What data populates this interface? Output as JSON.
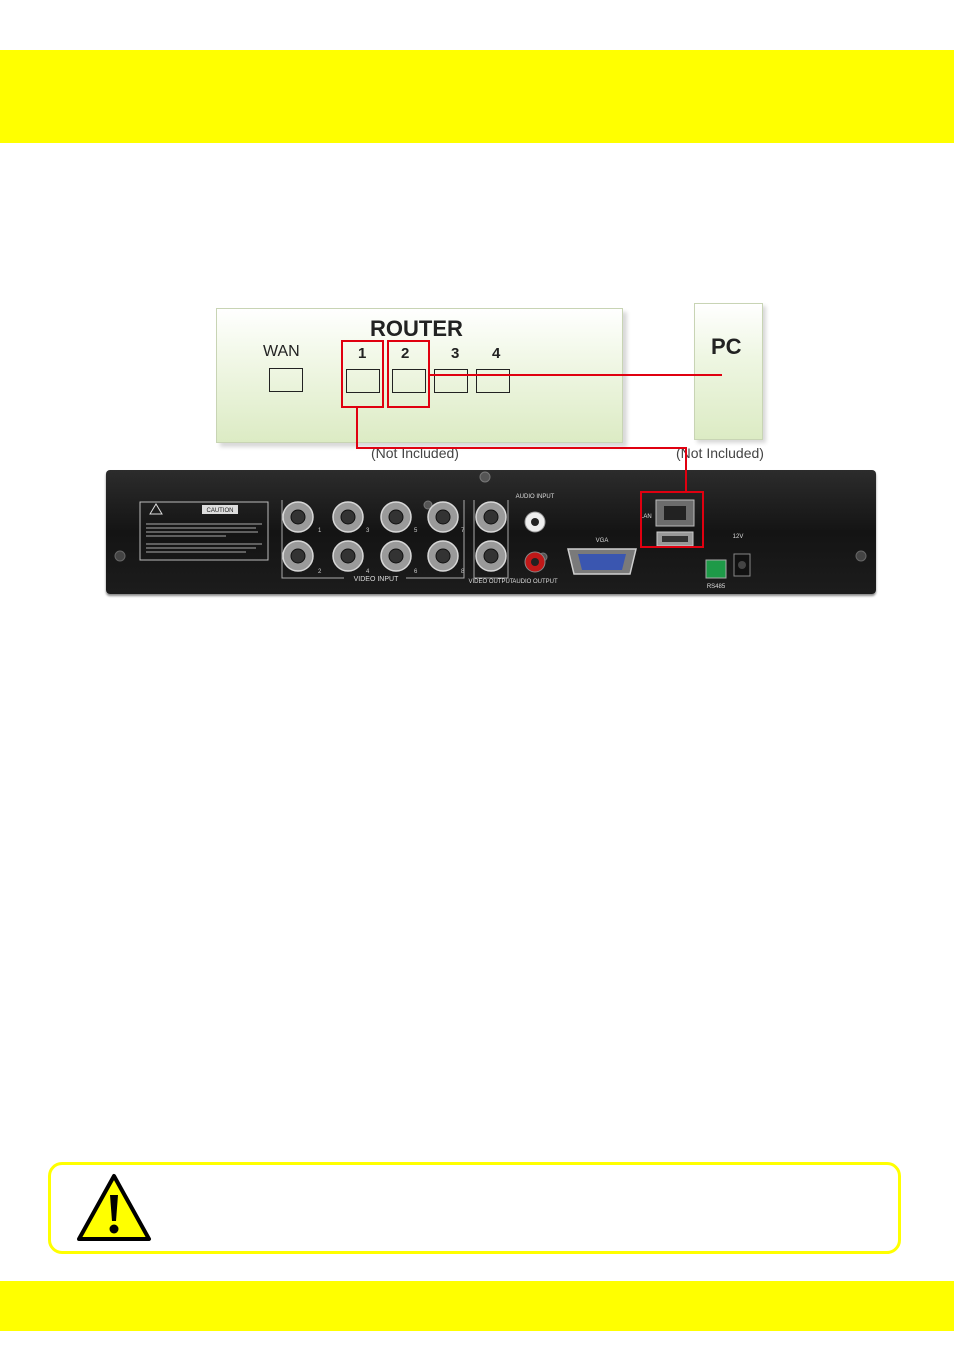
{
  "diagram": {
    "router": {
      "title": "ROUTER",
      "ports": [
        "WAN",
        "1",
        "2",
        "3",
        "4"
      ]
    },
    "pc": {
      "title": "PC"
    },
    "router_note": "(Not Included)",
    "pc_note": "(Not Included)",
    "dvr_labels": {
      "video_input": "VIDEO INPUT",
      "video_output": "VIDEO OUTPUT",
      "audio_input": "AUDIO INPUT",
      "audio_output": "AUDIO OUTPUT",
      "vga": "VGA",
      "lan": "LAN",
      "rs485": "RS485",
      "power": "12V",
      "caution": "CAUTION",
      "channels": [
        "1",
        "2",
        "3",
        "4",
        "5",
        "6",
        "7",
        "8"
      ]
    },
    "connection_color": "#e00010"
  },
  "colors": {
    "accent_yellow": "#ffff00"
  },
  "icons": {
    "warning": "warning-triangle-icon"
  }
}
